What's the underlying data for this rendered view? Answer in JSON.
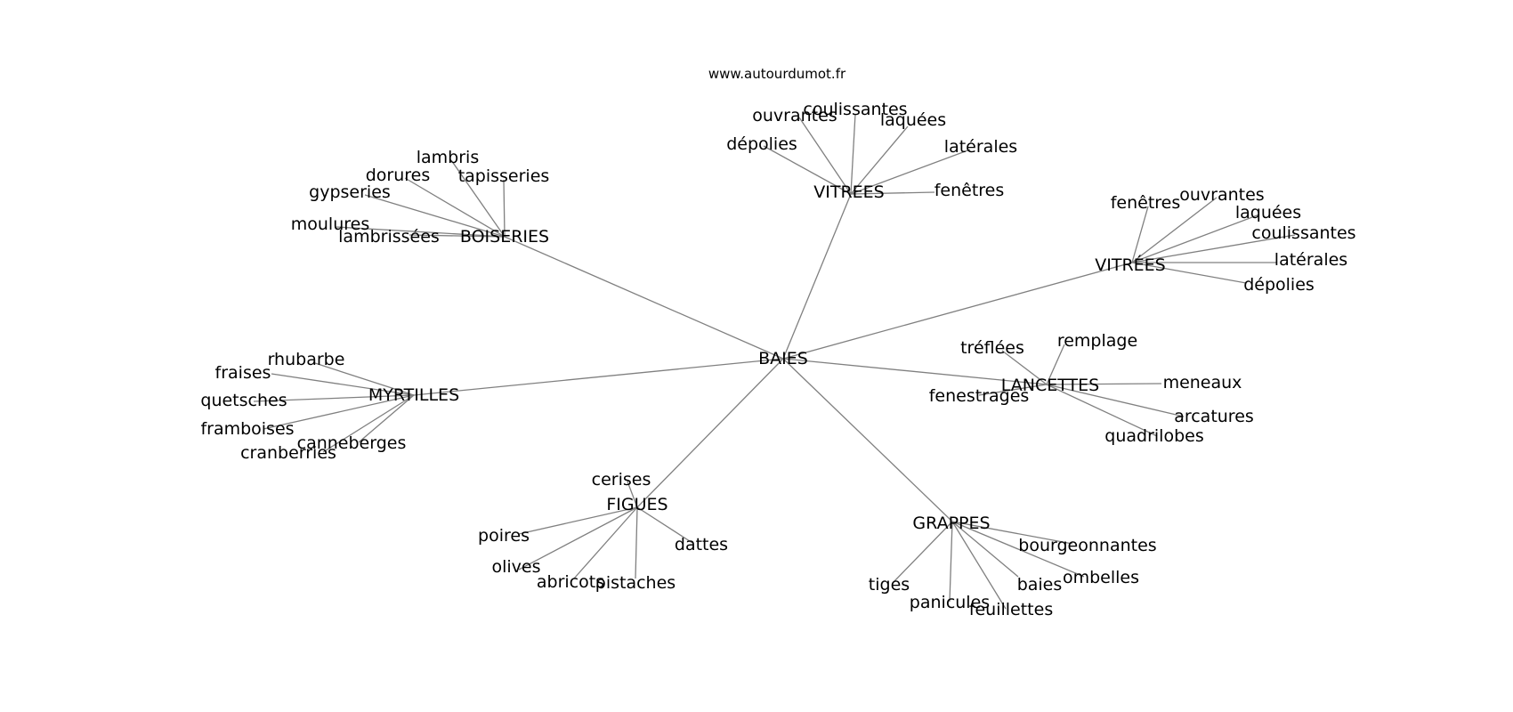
{
  "watermark": "www.autourdumot.fr",
  "center": "BAIES",
  "clusters": [
    {
      "id": "boiseries",
      "label": "BOISERIES",
      "words": [
        "lambris",
        "dorures",
        "tapisseries",
        "gypseries",
        "moulures",
        "lambrissées"
      ]
    },
    {
      "id": "vitrees-1",
      "label": "VITREES",
      "words": [
        "ouvrantes",
        "coulissantes",
        "laquées",
        "dépolies",
        "latérales",
        "fenêtres"
      ]
    },
    {
      "id": "vitrees-2",
      "label": "VITRÉES",
      "words": [
        "fenêtres",
        "ouvrantes",
        "laquées",
        "coulissantes",
        "latérales",
        "dépolies"
      ]
    },
    {
      "id": "myrtilles",
      "label": "MYRTILLES",
      "words": [
        "rhubarbe",
        "fraises",
        "quetsches",
        "framboises",
        "canneberges",
        "cranberries"
      ]
    },
    {
      "id": "lancettes",
      "label": "LANCETTES",
      "words": [
        "tréflées",
        "remplage",
        "meneaux",
        "fenestrages",
        "arcatures",
        "quadrilobes"
      ]
    },
    {
      "id": "figues",
      "label": "FIGUES",
      "words": [
        "cerises",
        "poires",
        "dattes",
        "olives",
        "abricots",
        "pistaches"
      ]
    },
    {
      "id": "grappes",
      "label": "GRAPPES",
      "words": [
        "bourgeonnantes",
        "tiges",
        "baies",
        "ombelles",
        "panicules",
        "feuillettes"
      ]
    }
  ]
}
